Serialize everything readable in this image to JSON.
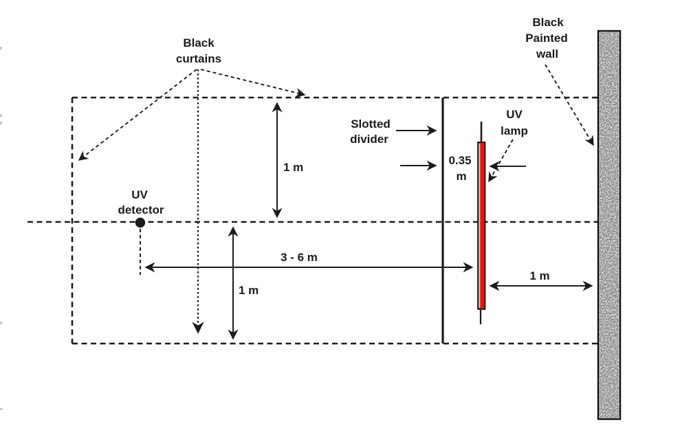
{
  "figure": {
    "description": "Schematic of UV lamp irradiation experiment: UV detector inside black-curtain enclosure, slotted divider, UV lamp and black painted wall",
    "labels": {
      "black_curtains": {
        "line1": "Black",
        "line2": "curtains"
      },
      "black_painted_wall": {
        "line1": "Black",
        "line2": "Painted",
        "line3": "wall"
      },
      "slotted_divider": {
        "line1": "Slotted",
        "line2": "divider"
      },
      "uv_detector": {
        "line1": "UV",
        "line2": "detector"
      },
      "uv_lamp": {
        "line1": "UV",
        "line2": "lamp"
      }
    },
    "dimensions": {
      "enclosure_half_height_top": "1 m",
      "enclosure_half_height_bottom": "1 m",
      "detector_to_lamp_range": "3 - 6 m",
      "lamp_to_wall": "1 m",
      "divider_to_lamp_value": "0.35",
      "divider_to_lamp_unit": "m"
    },
    "colors": {
      "ink": "#1b1b1b",
      "lamp_red": "#ee1309",
      "lamp_highlight": "#8fe8e4",
      "wall_base": "#e8e8e8",
      "wall_speckle": "#3d3d3d",
      "background": "#ffffff"
    }
  }
}
